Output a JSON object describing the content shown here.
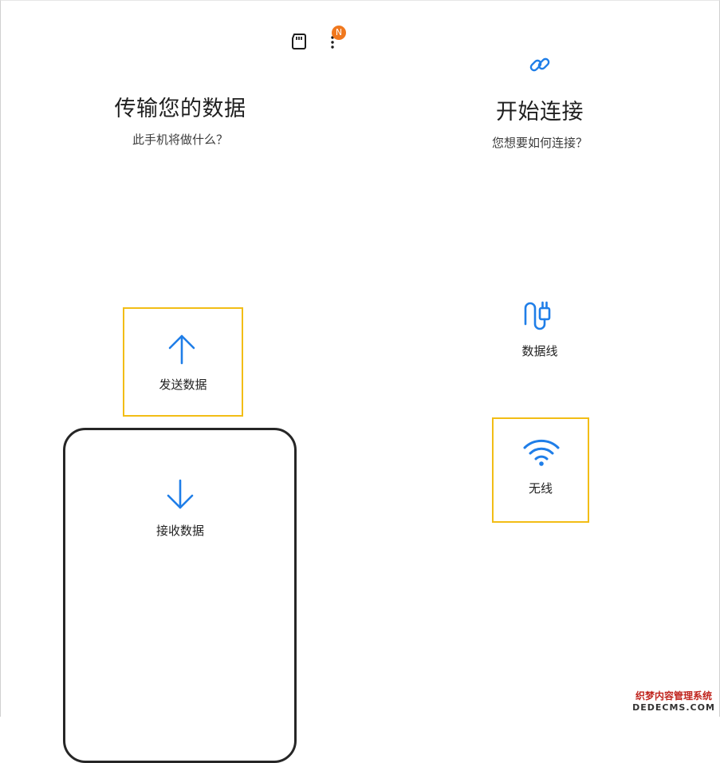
{
  "top_bar": {
    "sd_icon": "sd-card-icon",
    "more_icon": "more-vertical-icon",
    "badge_text": "N"
  },
  "left_panel": {
    "title": "传输您的数据",
    "subtitle": "此手机将做什么？",
    "send": {
      "label": "发送数据",
      "icon": "arrow-up-icon"
    },
    "receive": {
      "label": "接收数据",
      "icon": "arrow-down-icon"
    }
  },
  "right_panel": {
    "icon": "link-icon",
    "title": "开始连接",
    "subtitle": "您想要如何连接？",
    "cable": {
      "label": "数据线",
      "icon": "usb-cable-icon"
    },
    "wireless": {
      "label": "无线",
      "icon": "wifi-icon"
    }
  },
  "watermark": {
    "line1": "织梦内容管理系统",
    "line2": "DEDECMS.COM"
  },
  "colors": {
    "accent": "#1f7ee8",
    "highlight": "#f2bd16",
    "badge": "#f0781e"
  }
}
